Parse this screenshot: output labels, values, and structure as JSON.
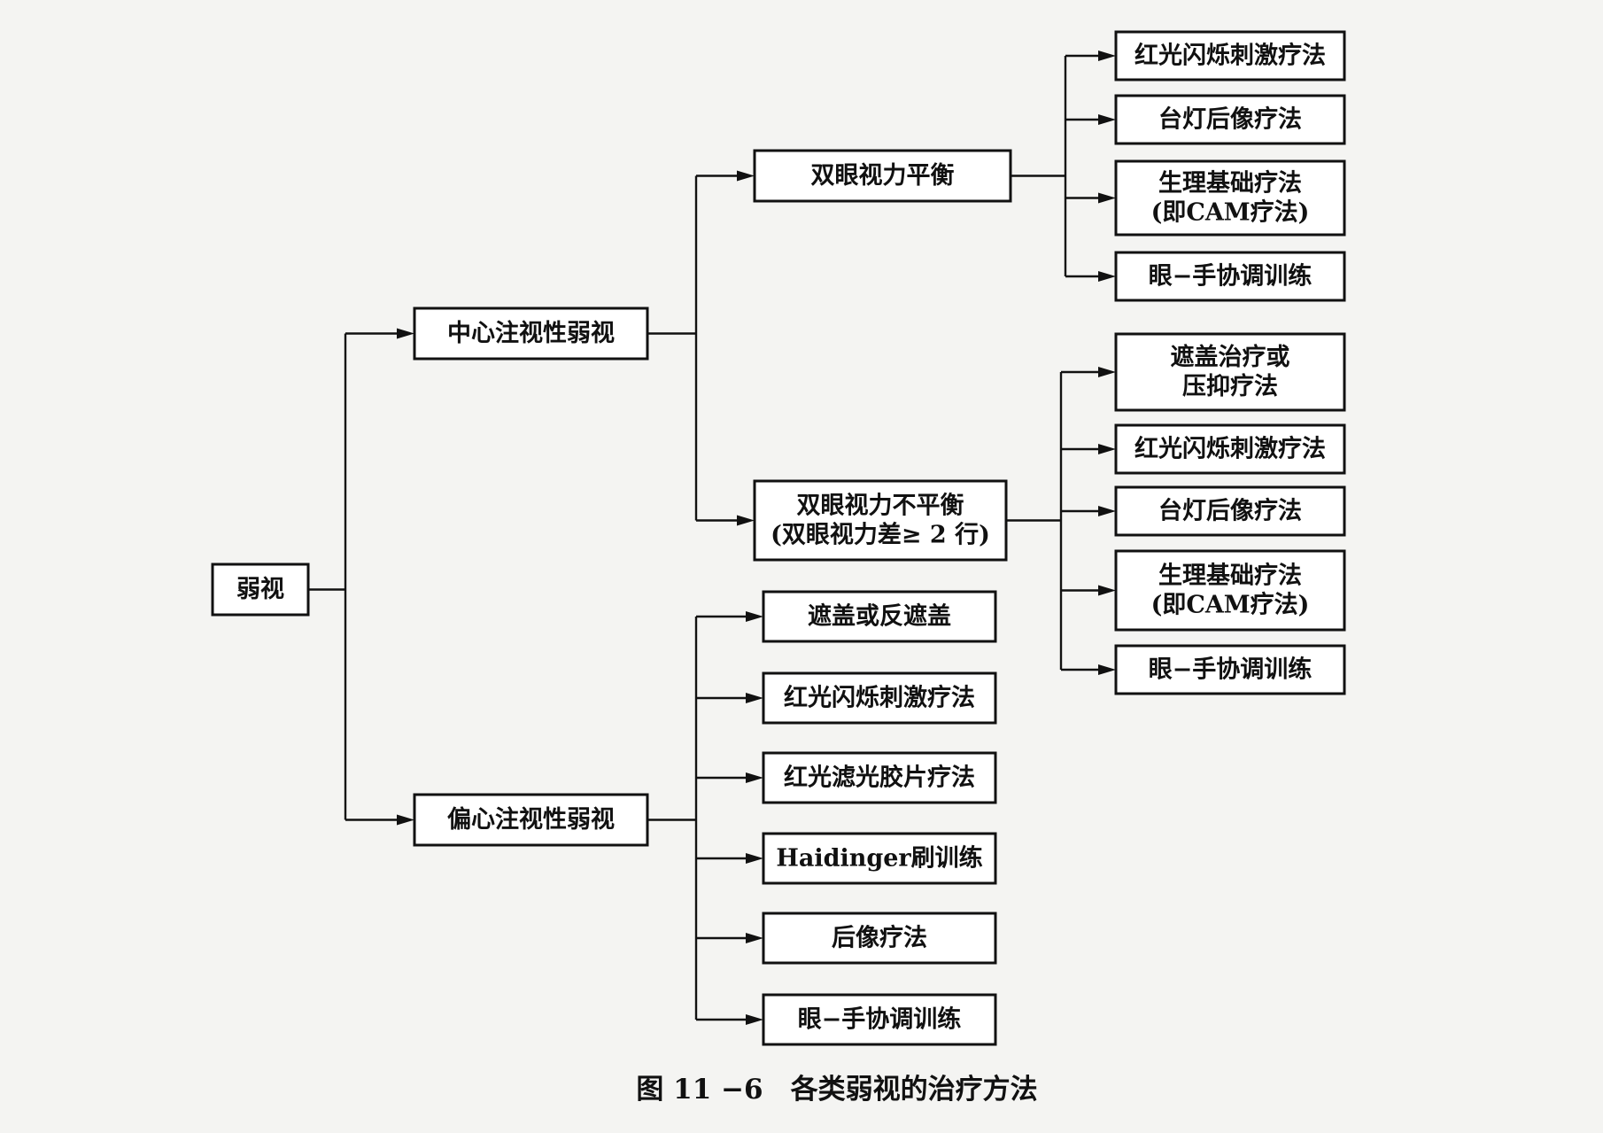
{
  "diagram": {
    "nodes": [
      {
        "id": "root",
        "lines": [
          "弱视"
        ]
      },
      {
        "id": "central",
        "lines": [
          "中心注视性弱视"
        ]
      },
      {
        "id": "eccentric",
        "lines": [
          "偏心注视性弱视"
        ]
      },
      {
        "id": "balanced",
        "lines": [
          "双眼视力平衡"
        ]
      },
      {
        "id": "unbalanced",
        "lines": [
          "双眼视力不平衡",
          "(双眼视力差≥ 2 行)"
        ]
      },
      {
        "id": "b1",
        "lines": [
          "红光闪烁刺激疗法"
        ]
      },
      {
        "id": "b2",
        "lines": [
          "台灯后像疗法"
        ]
      },
      {
        "id": "b3",
        "lines": [
          "生理基础疗法",
          "(即CAM疗法)"
        ]
      },
      {
        "id": "b4",
        "lines": [
          "眼−手协调训练"
        ]
      },
      {
        "id": "u1",
        "lines": [
          "遮盖治疗或",
          "压抑疗法"
        ]
      },
      {
        "id": "u2",
        "lines": [
          "红光闪烁刺激疗法"
        ]
      },
      {
        "id": "u3",
        "lines": [
          "台灯后像疗法"
        ]
      },
      {
        "id": "u4",
        "lines": [
          "生理基础疗法",
          "(即CAM疗法)"
        ]
      },
      {
        "id": "u5",
        "lines": [
          "眼−手协调训练"
        ]
      },
      {
        "id": "e1",
        "lines": [
          "遮盖或反遮盖"
        ]
      },
      {
        "id": "e2",
        "lines": [
          "红光闪烁刺激疗法"
        ]
      },
      {
        "id": "e3",
        "lines": [
          "红光滤光胶片疗法"
        ]
      },
      {
        "id": "e4",
        "lines": [
          "Haidinger刷训练"
        ]
      },
      {
        "id": "e5",
        "lines": [
          "后像疗法"
        ]
      },
      {
        "id": "e6",
        "lines": [
          "眼−手协调训练"
        ]
      }
    ],
    "edges": [
      [
        "root",
        "central"
      ],
      [
        "root",
        "eccentric"
      ],
      [
        "central",
        "balanced"
      ],
      [
        "central",
        "unbalanced"
      ],
      [
        "balanced",
        "b1"
      ],
      [
        "balanced",
        "b2"
      ],
      [
        "balanced",
        "b3"
      ],
      [
        "balanced",
        "b4"
      ],
      [
        "unbalanced",
        "u1"
      ],
      [
        "unbalanced",
        "u2"
      ],
      [
        "unbalanced",
        "u3"
      ],
      [
        "unbalanced",
        "u4"
      ],
      [
        "unbalanced",
        "u5"
      ],
      [
        "eccentric",
        "e1"
      ],
      [
        "eccentric",
        "e2"
      ],
      [
        "eccentric",
        "e3"
      ],
      [
        "eccentric",
        "e4"
      ],
      [
        "eccentric",
        "e5"
      ],
      [
        "eccentric",
        "e6"
      ]
    ]
  },
  "caption": "图 11 −6　各类弱视的治疗方法"
}
